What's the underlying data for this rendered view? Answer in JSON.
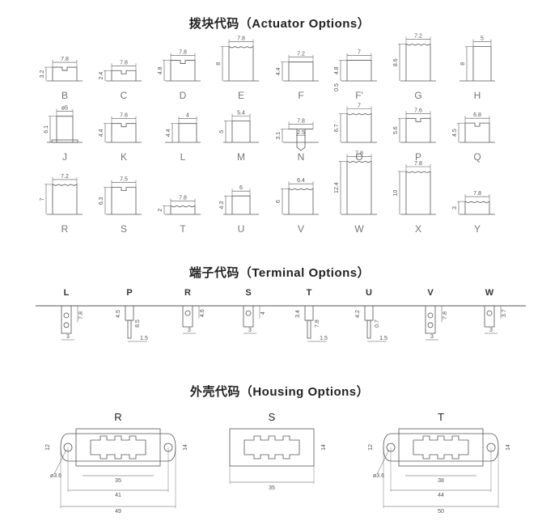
{
  "titles": {
    "actuator": "拨块代码（Actuator Options）",
    "terminal": "端子代码（Terminal Options）",
    "housing": "外壳代码（Housing Options）"
  },
  "actuators": [
    {
      "code": "B",
      "w": "7.8",
      "h": "3.2"
    },
    {
      "code": "C",
      "w": "7.8",
      "h": "2.4"
    },
    {
      "code": "D",
      "w": "7.8",
      "h": "4.8"
    },
    {
      "code": "E",
      "w": "7.8",
      "h": "8"
    },
    {
      "code": "F",
      "w": "7.2",
      "h": "4.4"
    },
    {
      "code": "F'",
      "w": "7",
      "h": "4.8",
      "h2": "0.5"
    },
    {
      "code": "G",
      "w": "7.2",
      "h": "8.6"
    },
    {
      "code": "H",
      "w": "5",
      "h": "8"
    },
    {
      "code": "J",
      "w": "ø5",
      "h": "6.1"
    },
    {
      "code": "K",
      "w": "7.8",
      "h": "4.4"
    },
    {
      "code": "L",
      "w": "4",
      "h": "4.4"
    },
    {
      "code": "M",
      "w": "5.4",
      "h": "5"
    },
    {
      "code": "N",
      "w": "7.8",
      "w2": "2.5",
      "h": "3.1"
    },
    {
      "code": "O",
      "w": "7",
      "h": "6.7"
    },
    {
      "code": "P",
      "w": "7.6",
      "h": "5.6"
    },
    {
      "code": "Q",
      "w": "6.8",
      "h": "4.5"
    },
    {
      "code": "R",
      "w": "7.2",
      "h": "7"
    },
    {
      "code": "S",
      "w": "7.5",
      "h": "6.3"
    },
    {
      "code": "T",
      "w": "7.8",
      "h": "2"
    },
    {
      "code": "U",
      "w": "6",
      "h": "4.3"
    },
    {
      "code": "V",
      "w": "6.4",
      "h": "6"
    },
    {
      "code": "W",
      "w": "7.8",
      "h": "12.4"
    },
    {
      "code": "X",
      "w": "7.8",
      "h": "10"
    },
    {
      "code": "Y",
      "w": "7.8",
      "h": "3"
    }
  ],
  "terminals": [
    {
      "code": "L",
      "h": "7.8",
      "w": "3"
    },
    {
      "code": "P",
      "h": "4.5",
      "h2": "8.5",
      "w": "1.5"
    },
    {
      "code": "R",
      "h": "4.6",
      "w": "3"
    },
    {
      "code": "S",
      "h": "4",
      "w": "3"
    },
    {
      "code": "T",
      "h": "3.4",
      "h2": "7.8",
      "w": "1.5"
    },
    {
      "code": "U",
      "h": "4.2",
      "h2": "0.7",
      "w": "1.5"
    },
    {
      "code": "V",
      "h": "7.8",
      "w": "3"
    },
    {
      "code": "W",
      "h": "3.7",
      "w": "3"
    }
  ],
  "housings": [
    {
      "code": "R",
      "height": "12",
      "inner_h": "14",
      "hole": "ø3.6",
      "d1": "35",
      "d2": "41",
      "d3": "49"
    },
    {
      "code": "S",
      "inner_h": "14",
      "d1": "35"
    },
    {
      "code": "T",
      "height": "12",
      "inner_h": "14",
      "hole": "ø3.6",
      "d1": "38",
      "d2": "44",
      "d3": "50"
    }
  ]
}
